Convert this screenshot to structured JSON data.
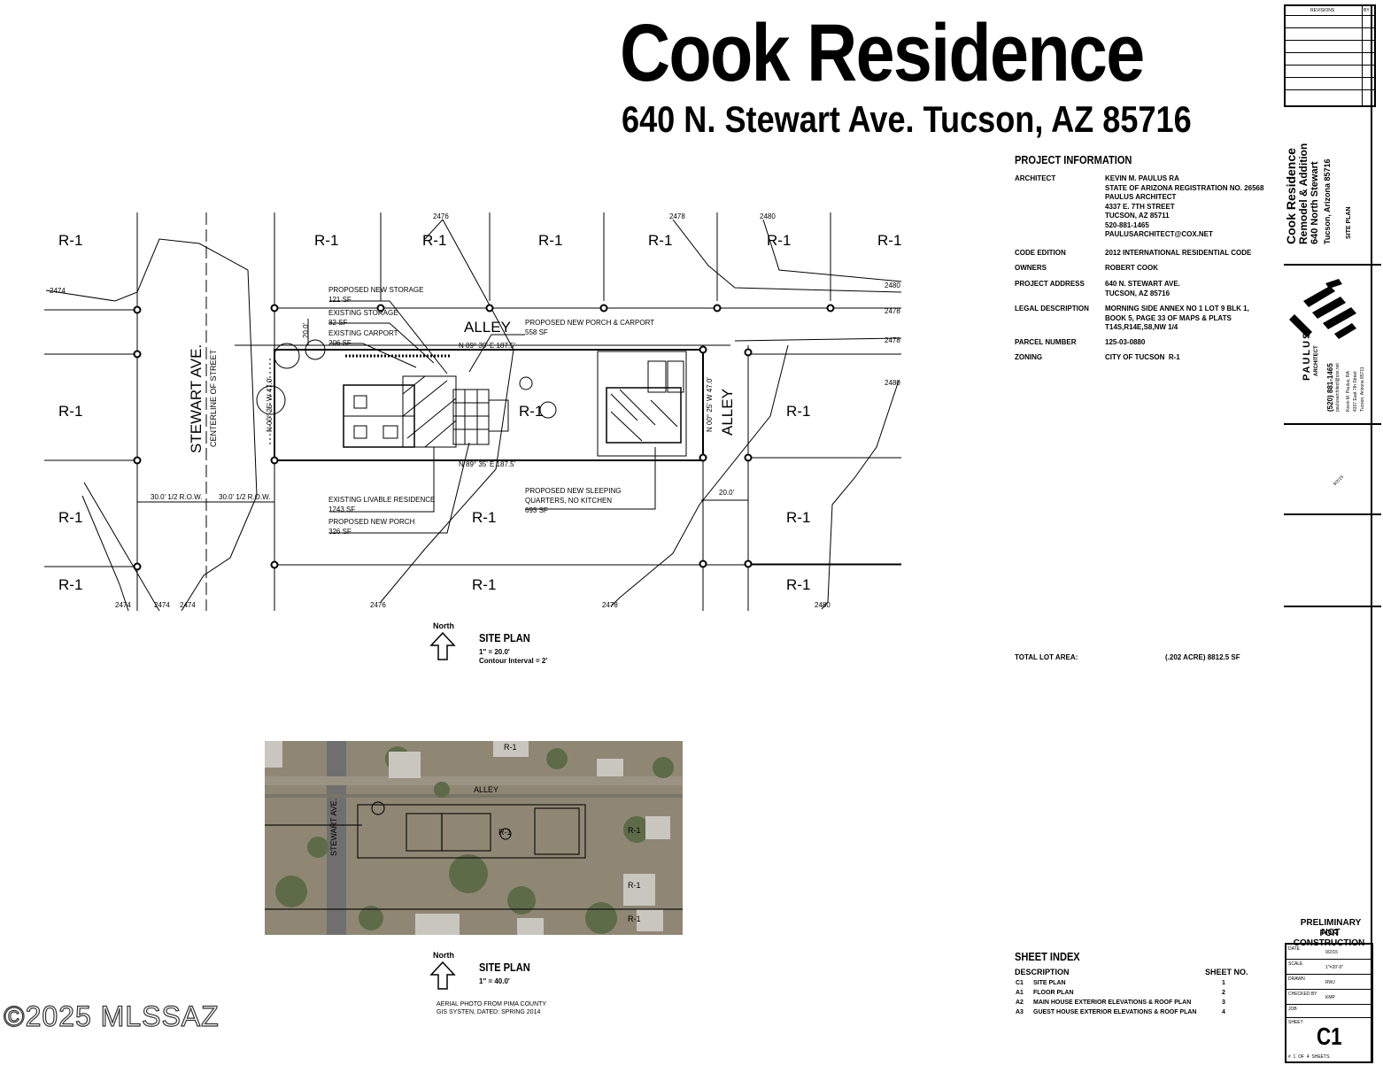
{
  "header": {
    "title": "Cook Residence",
    "address": "640 N. Stewart Ave. Tucson, AZ  85716"
  },
  "project_info": {
    "heading": "PROJECT INFORMATION",
    "rows": [
      {
        "label": "ARCHITECT",
        "value": "KEVIN M. PAULUS RA\nSTATE OF ARIZONA REGISTRATION NO. 26568\nPAULUS ARCHITECT\n4337 E. 7TH STREET\nTUCSON, AZ 85711\n520-881-1465\nPAULUSARCHITECT@COX.NET"
      },
      {
        "label": "CODE EDITION",
        "value": "2012 INTERNATIONAL RESIDENTIAL CODE"
      },
      {
        "label": "OWNERS",
        "value": "ROBERT COOK"
      },
      {
        "label": "PROJECT ADDRESS",
        "value": "640 N. STEWART AVE.\nTUCSON, AZ 85716"
      },
      {
        "label": "LEGAL DESCRIPTION",
        "value": "MORNING SIDE ANNEX NO 1 LOT 9 BLK 1,\nBOOK 5, PAGE 33 OF MAPS & PLATS\nT14S,R14E,S8,NW 1/4"
      },
      {
        "label": "PARCEL NUMBER",
        "value": "125-03-0880"
      },
      {
        "label": "ZONING",
        "value": "CITY OF TUCSON  R-1"
      }
    ],
    "total_label": "TOTAL LOT AREA:",
    "total_value": "(.202 ACRE)    8812.5 SF"
  },
  "site_plan": {
    "north": "North",
    "title": "SITE PLAN",
    "scale": "1\" = 20.0'",
    "contour": "Contour Interval = 2'",
    "zone": "R-1",
    "alley": "ALLEY",
    "street": "STEWART AVE.",
    "street_sub": "CENTERLINE OF STREET",
    "labels": {
      "storage_new": "PROPOSED NEW STORAGE",
      "storage_new_sf": "121 SF",
      "storage_exist": "EXISTING STORAGE",
      "storage_exist_sf": "82 SF",
      "carport_exist": "EXISTING CARPORT",
      "carport_exist_sf": "206 SF",
      "porch_carport": "PROPOSED NEW PORCH & CARPORT",
      "porch_carport_sf": "558 SF",
      "residence": "EXISTING LIVABLE RESIDENCE",
      "residence_sf": "1243 SF",
      "porch_new": "PROPOSED NEW PORCH",
      "porch_new_sf": "326 SF",
      "sleeping": "PROPOSED NEW SLEEPING",
      "sleeping2": "QUARTERS, NO KITCHEN",
      "sleeping_sf": "693 SF",
      "bearing_n": "N 89° 35' E   187.5'",
      "bearing_s": "N 89° 35' E   187.5'",
      "bearing_e": "N 00° 25' W   47.0'",
      "bearing_w": "N 00° 25' W   47.0'",
      "row1": "30.0' 1/2 R.O.W.",
      "row2": "30.0' 1/2 R.O.W.",
      "dim20a": "20.0'",
      "dim20b": "20.0'",
      "c2474": "2474",
      "c2476": "2476",
      "c2478": "2478",
      "c2480": "2480"
    }
  },
  "aerial_plan": {
    "north": "North",
    "title": "SITE PLAN",
    "scale": "1\" = 40.0'",
    "note1": "AERIAL PHOTO FROM PIMA COUNTY",
    "note2": "GIS SYSTEN, DATED: SPRING 2014",
    "alley": "ALLEY",
    "street": "STEWART AVE.",
    "zone": "R-1"
  },
  "sheet_index": {
    "heading": "SHEET INDEX",
    "col_desc": "DESCRIPTION",
    "col_no": "SHEET NO.",
    "rows": [
      {
        "code": "C1",
        "desc": "SITE PLAN",
        "no": "1"
      },
      {
        "code": "A1",
        "desc": "FLOOR PLAN",
        "no": "2"
      },
      {
        "code": "A2",
        "desc": "MAIN HOUSE EXTERIOR ELEVATIONS & ROOF PLAN",
        "no": "3"
      },
      {
        "code": "A3",
        "desc": "GUEST HOUSE EXTERIOR ELEVATIONS & ROOF PLAN",
        "no": "4"
      }
    ]
  },
  "title_block": {
    "revisions": "REVISIONS",
    "by": "BY",
    "project_line1": "Cook Residence",
    "project_line2": "Remodel & Addition",
    "project_line3": "640 North Stewart",
    "project_line4": "Tucson, Arizona 85716",
    "sheet_name": "SITE PLAN",
    "firm": "PAULUS",
    "firm_sub": "ARCHITECT",
    "phone": "(520) 881-1465",
    "email": "paulusarchitect@cox.net",
    "firm_addr1": "Kevin M. Paulus, RA",
    "firm_addr2": "4337 East 7th Street",
    "firm_addr3": "Tucson, Arizona 85711",
    "stamp_date": "9/2/15",
    "prelim1": "PRELIMINARY NOT",
    "prelim2": "FOR CONSTRUCTION",
    "fields": [
      {
        "label": "DATE",
        "value": "9/2/15"
      },
      {
        "label": "SCALE",
        "value": "1\"=20'-0\""
      },
      {
        "label": "DRAWN",
        "value": "RWJ"
      },
      {
        "label": "CHECKED BY",
        "value": "KMP"
      },
      {
        "label": "JOB",
        "value": ""
      }
    ],
    "sheet_label": "SHEET",
    "sheet_no": "C1",
    "sheet_of": "#  1  OF  4  SHEETS"
  },
  "watermark": "©2025 MLSSAZ"
}
